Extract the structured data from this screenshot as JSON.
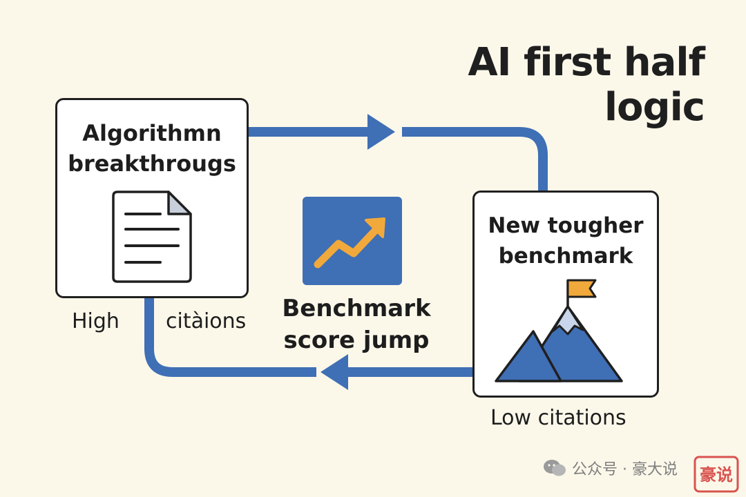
{
  "title": "AI first half logic",
  "nodes": {
    "algorithm": {
      "title_line1": "Algorithmn",
      "title_line2": "breakthrougs"
    },
    "benchmark": {
      "title_line1": "New tougher",
      "title_line2": "benchmark"
    }
  },
  "labels": {
    "high": "High",
    "citaions": "citàions",
    "low_citations": "Low citations"
  },
  "center": {
    "line1": "Benchmark",
    "line2": "score jump"
  },
  "watermark": {
    "text": "公众号 · 豪大说",
    "stamp_text": "豪说"
  },
  "colors": {
    "background": "#fbf8ea",
    "accent_blue": "#3f6fb5",
    "accent_orange": "#f2a93b",
    "outline": "#1f1f1f"
  },
  "icons": [
    "document-icon",
    "trend-up-icon",
    "mountain-flag-icon",
    "wechat-icon",
    "stamp-icon"
  ]
}
